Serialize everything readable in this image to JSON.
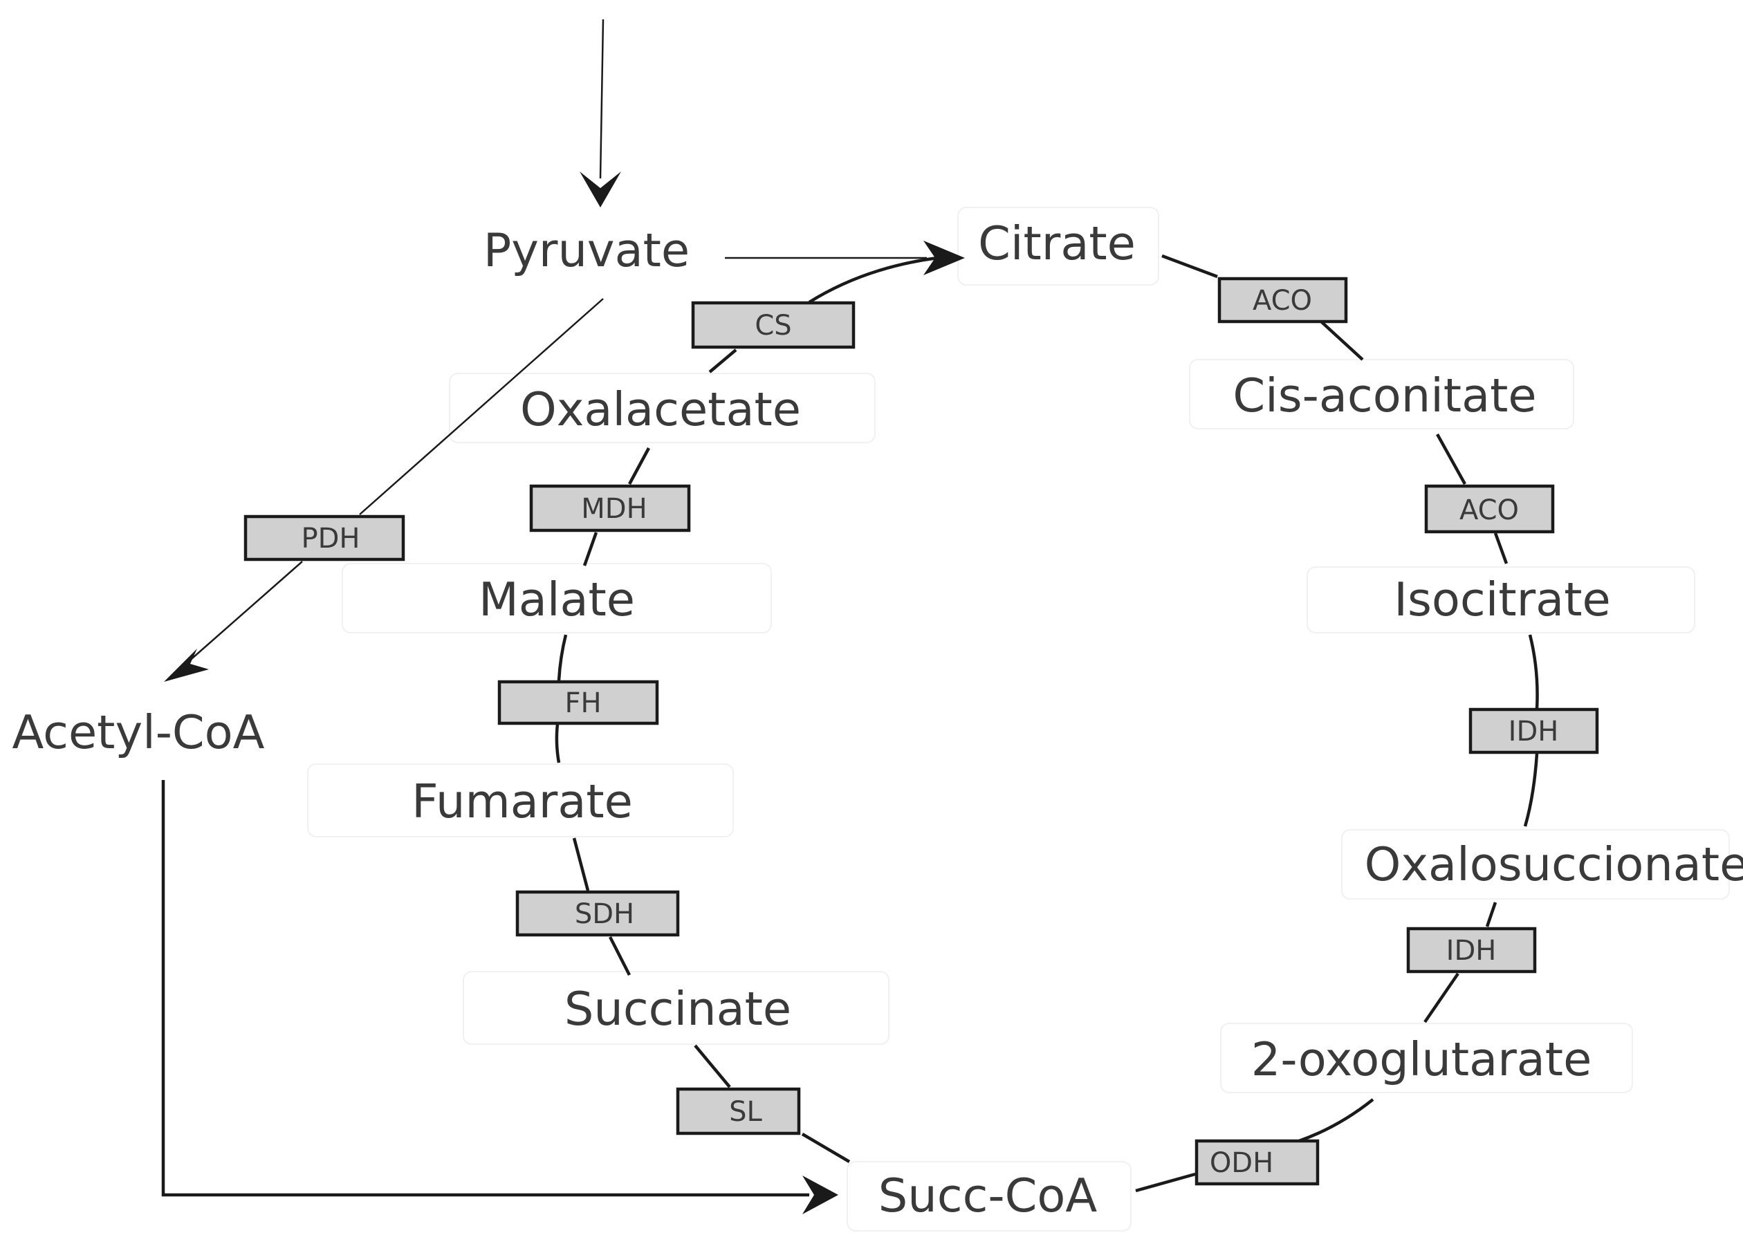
{
  "metabolites": {
    "pyruvate": "Pyruvate",
    "citrate": "Citrate",
    "cis_aconitate": "Cis-aconitate",
    "isocitrate": "Isocitrate",
    "oxalosuccionate": "Oxalosuccionate",
    "oxoglutarate": "2-oxoglutarate",
    "succ_coa": "Succ-CoA",
    "succinate": "Succinate",
    "fumarate": "Fumarate",
    "malate": "Malate",
    "oxalacetate": "Oxalacetate",
    "acetyl_coa": "Acetyl-CoA"
  },
  "enzymes": {
    "cs": "CS",
    "aco1": "ACO",
    "aco2": "ACO",
    "idh1": "IDH",
    "idh2": "IDH",
    "odh": "ODH",
    "sl": "SL",
    "sdh": "SDH",
    "fh": "FH",
    "mdh": "MDH",
    "pdh": "PDH"
  },
  "colors": {
    "enzyme_fill": "#d0d0d0",
    "line": "#1a1a1a",
    "text": "#3a3a3a"
  }
}
